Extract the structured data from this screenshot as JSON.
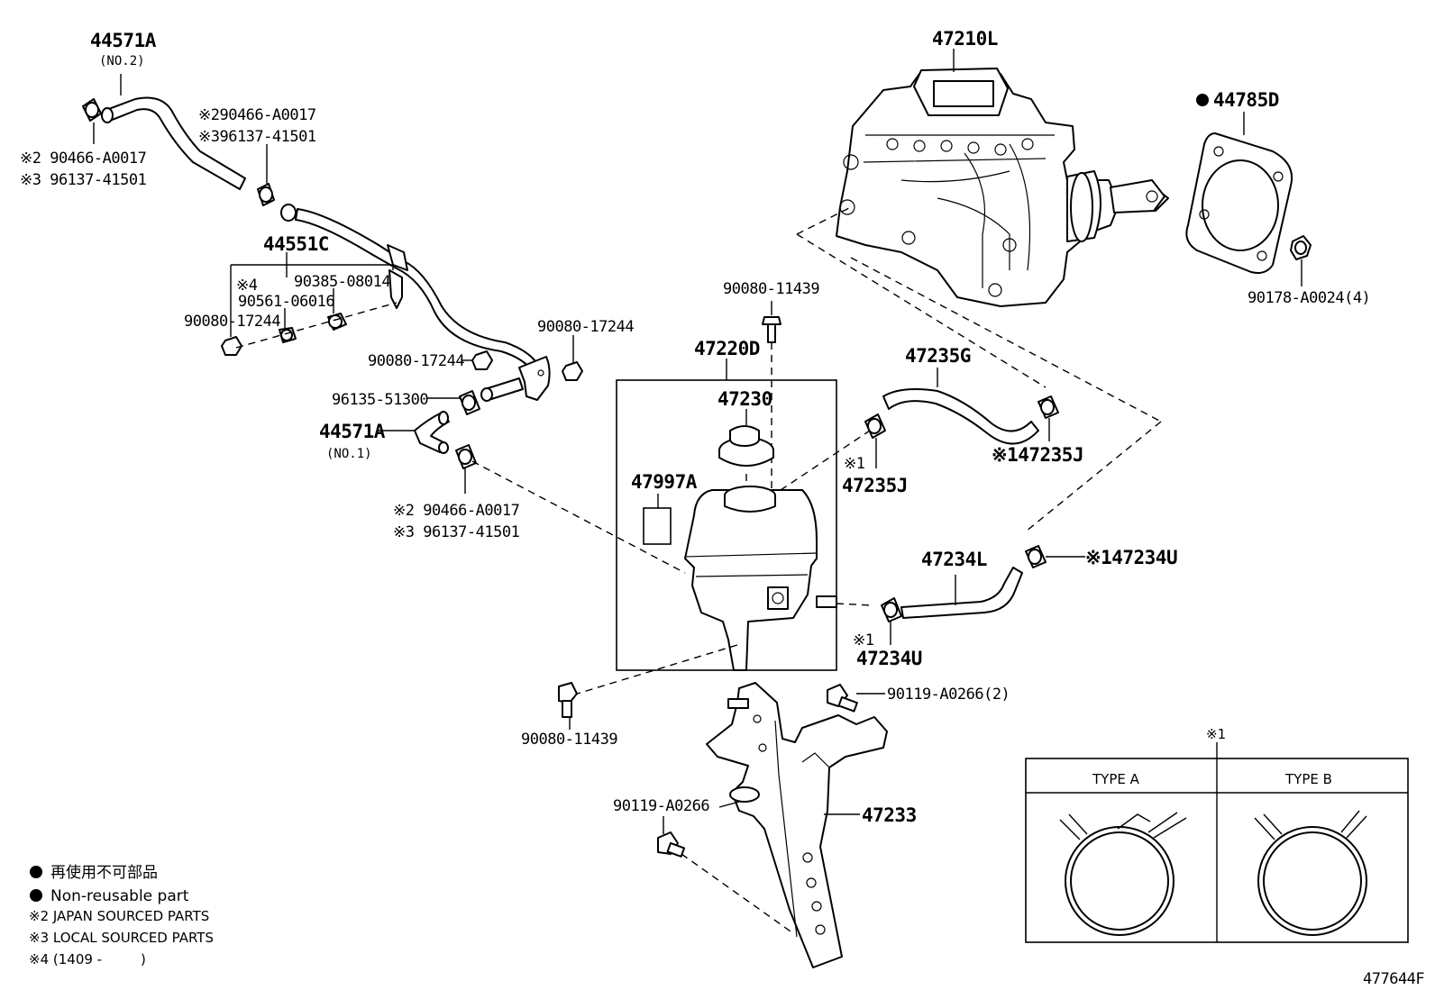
{
  "labels": {
    "p44571A_top": "44571A",
    "p44571A_top_sub": "(NO.2)",
    "p44571A_low": "44571A",
    "p44571A_low_sub": "(NO.1)",
    "p47210L": "47210L",
    "p44785D": "44785D",
    "p90178": "90178-A0024(4)",
    "clampA_1": "※2 90466-A0017",
    "clampA_2": "※3 96137-41501",
    "clampB_1": "※290466-A0017",
    "clampB_2": "※396137-41501",
    "p44551C": "44551C",
    "note4": "※4",
    "p90385": "90385-08014",
    "p90561": "90561-06016",
    "p90080_17244_a": "90080-17244",
    "p90080_17244_b": "90080-17244",
    "p90080_17244_c": "90080-17244",
    "p96135": "96135-51300",
    "clampC_1": "※2 90466-A0017",
    "clampC_2": "※3 96137-41501",
    "p90080_11439_top": "90080-11439",
    "p47220D": "47220D",
    "p47230": "47230",
    "p47997A": "47997A",
    "p47235G": "47235G",
    "p47235J_left_mark": "※1",
    "p47235J_left": "47235J",
    "p47235J_right": "※147235J",
    "p47234L": "47234L",
    "p47234U_right": "※147234U",
    "p47234U_left_mark": "※1",
    "p47234U_left": "47234U",
    "p90080_11439_bot": "90080-11439",
    "p90119_2": "90119-A0266(2)",
    "p90119": "90119-A0266",
    "p47233": "47233"
  },
  "legend": {
    "line1": "再使用不可部品",
    "line2": "Non-reusable part",
    "line3": "※2 JAPAN SOURCED PARTS",
    "line4": "※3 LOCAL SOURCED PARTS",
    "line5": "※4 (1409 -         )"
  },
  "clamp_table": {
    "mark": "※1",
    "type_a": "TYPE A",
    "type_b": "TYPE B"
  },
  "figure_id": "477644F"
}
